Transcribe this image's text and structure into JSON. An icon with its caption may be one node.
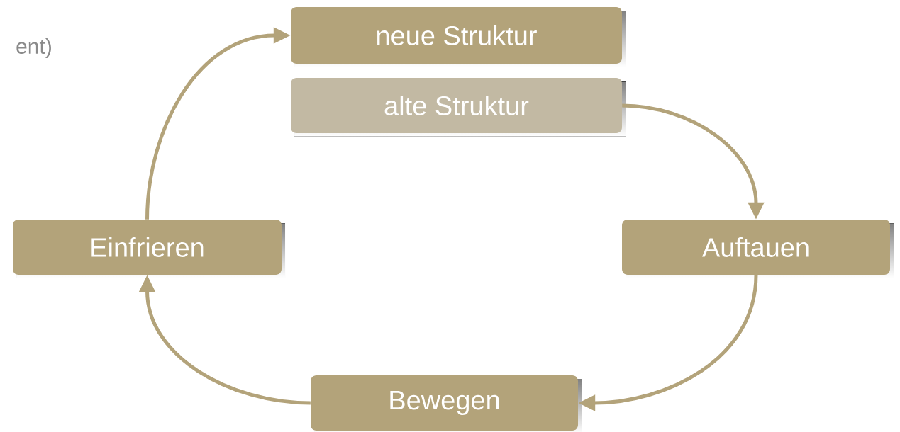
{
  "diagram": {
    "nodes": [
      {
        "text": [
          "neue Struktur"
        ]
      },
      {
        "text": [
          "alte Struktur"
        ]
      },
      {
        "text": [
          "Auftauen"
        ]
      },
      {
        "text": [
          "Bewegen"
        ]
      },
      {
        "text": [
          "Einfrieren"
        ]
      }
    ],
    "edges": [
      {
        "from": 1,
        "to": 2,
        "arrow": "to"
      },
      {
        "from": 2,
        "to": 3,
        "arrow": "to"
      },
      {
        "from": 3,
        "to": 4,
        "arrow": "to"
      },
      {
        "from": 4,
        "to": 0,
        "arrow": "to"
      }
    ],
    "labels": [
      "ent)"
    ]
  }
}
